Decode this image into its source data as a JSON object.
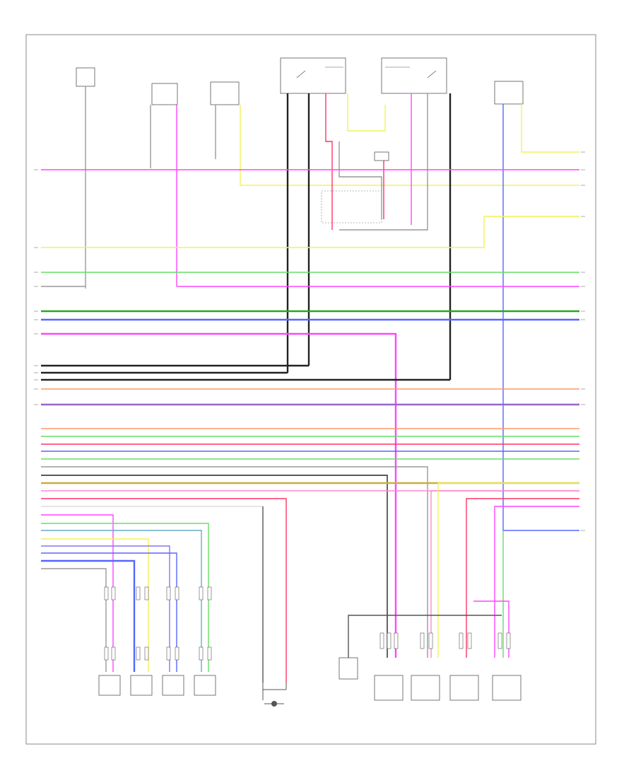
{
  "diagram": {
    "page_code": "",
    "frame_color": "#888888"
  },
  "wire_colors": {
    "magenta": "#ff44ff",
    "yellow": "#f2f25a",
    "green": "#66dd66",
    "darkgreen": "#22aa22",
    "blue": "#5566ff",
    "black": "#222222",
    "orange": "#ff9966",
    "red": "#ff3366",
    "grey": "#999999",
    "pink": "#ff88cc",
    "olive": "#c8b040",
    "purple": "#9966cc",
    "lightblue": "#66aacc",
    "violet": "#8877ee"
  },
  "top_components": [
    {
      "id": "c1",
      "label": ""
    },
    {
      "id": "c2",
      "label": ""
    },
    {
      "id": "c3",
      "label": ""
    },
    {
      "id": "c4",
      "label": ""
    },
    {
      "id": "c5",
      "label": ""
    },
    {
      "id": "c6",
      "label": ""
    }
  ],
  "bottom_left_components": [
    {
      "id": "b1",
      "label": ""
    },
    {
      "id": "b2",
      "label": ""
    },
    {
      "id": "b3",
      "label": ""
    },
    {
      "id": "b4",
      "label": ""
    }
  ],
  "bottom_right_components": [
    {
      "id": "r1",
      "label": ""
    },
    {
      "id": "r2",
      "label": ""
    },
    {
      "id": "r3",
      "label": ""
    },
    {
      "id": "r4",
      "label": ""
    },
    {
      "id": "r5",
      "label": ""
    }
  ]
}
